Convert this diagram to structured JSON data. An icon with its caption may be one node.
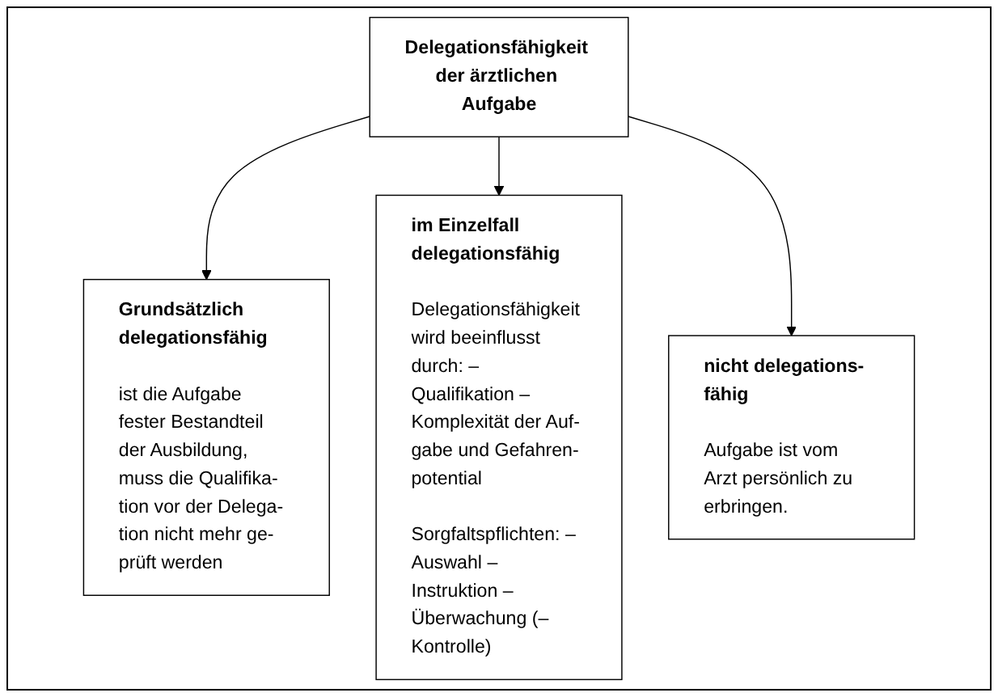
{
  "diagram": {
    "nodes": [
      {
        "text": [
          "Delegationsfähigkeit der ärztlichen Aufgabe"
        ]
      },
      {
        "text": [
          "Grundsätzlich delegationsfähig",
          "ist die Aufgabe fester Bestandteil der Ausbildung, muss die Qualifika- tion vor der Delega- tion nicht mehr ge- prüft werden"
        ]
      },
      {
        "text": [
          "im Einzelfall delegationsfähig",
          "Delegationsfähigkeit wird beeinflusst durch: – Qualifikation – Komplexität der Auf- gabe und Gefahren- potential",
          "Sorgfaltspflichten: – Auswahl – Instruktion – Überwachung (– Kontrolle)"
        ]
      },
      {
        "text": [
          "nicht delegations- fähig",
          "Aufgabe ist vom Arzt persönlich zu erbringen."
        ]
      }
    ],
    "edges": [
      {
        "from": 0,
        "to": 1,
        "arrow": "to"
      },
      {
        "from": 0,
        "to": 2,
        "arrow": "to"
      },
      {
        "from": 0,
        "to": 3,
        "arrow": "to"
      }
    ]
  }
}
